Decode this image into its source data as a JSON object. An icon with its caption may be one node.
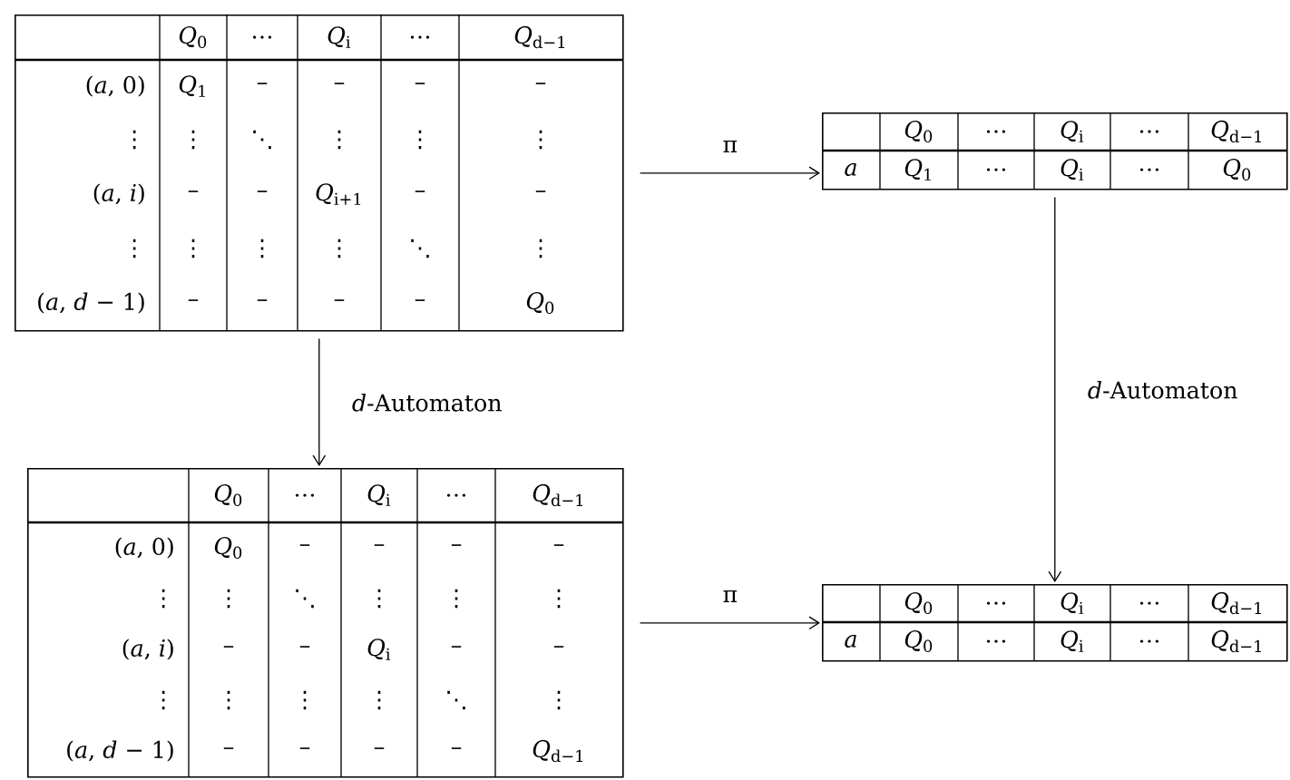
{
  "diagram": {
    "nodes": [
      {
        "text": [
          "*Q*$_{0}$",
          "…",
          "*Q*$_{i}$",
          "…",
          "*Q*$_{d−1}$",
          "(*a*, 0)",
          "*Q*$_{1}$",
          "–",
          "–",
          "–",
          "–",
          "⋮",
          "⋮",
          "⋱",
          "⋮",
          "⋮",
          "⋮",
          "(*a*, *i*)",
          "–",
          "–",
          "*Q*$_{i+1}$",
          "–",
          "–",
          "⋮",
          "⋮",
          "⋮",
          "⋮",
          "⋱",
          "⋮",
          "(*a*, *d* − 1)",
          "–",
          "–",
          "–",
          "–",
          "*Q*$_{0}$"
        ]
      },
      {
        "text": [
          "*Q*$_{0}$",
          "…",
          "*Q*$_{i}$",
          "…",
          "*Q*$_{d−1}$",
          "*a*",
          "*Q*$_{1}$",
          "…",
          "*Q*$_{i}$",
          "…",
          "*Q*$_{0}$"
        ]
      },
      {
        "text": [
          "*Q*$_{0}$",
          "…",
          "*Q*$_{i}$",
          "…",
          "*Q*$_{d−1}$",
          "(*a*, 0)",
          "*Q*$_{0}$",
          "–",
          "–",
          "–",
          "–",
          "⋮",
          "⋮",
          "⋱",
          "⋮",
          "⋮",
          "⋮",
          "(*a*, *i*)",
          "–",
          "–",
          "*Q*$_{i}$",
          "–",
          "–",
          "⋮",
          "⋮",
          "⋮",
          "⋮",
          "⋱",
          "⋮",
          "(*a*, *d* − 1)",
          "–",
          "–",
          "–",
          "–",
          "*Q*$_{d−1}$"
        ]
      },
      {
        "text": [
          "*Q*$_{0}$",
          "…",
          "*Q*$_{i}$",
          "…",
          "*Q*$_{d−1}$",
          "*a*",
          "*Q*$_{0}$",
          "…",
          "*Q*$_{i}$",
          "…",
          "*Q*$_{d−1}$"
        ]
      }
    ],
    "edges": [
      {
        "from": 0,
        "to": 1,
        "arrow": "to",
        "label": "π"
      },
      {
        "from": 0,
        "to": 2,
        "arrow": "to",
        "label": "*d*-Automaton"
      },
      {
        "from": 1,
        "to": 3,
        "arrow": "to",
        "label": "*d*-Automaton"
      },
      {
        "from": 2,
        "to": 3,
        "arrow": "to",
        "label": "π"
      }
    ]
  }
}
